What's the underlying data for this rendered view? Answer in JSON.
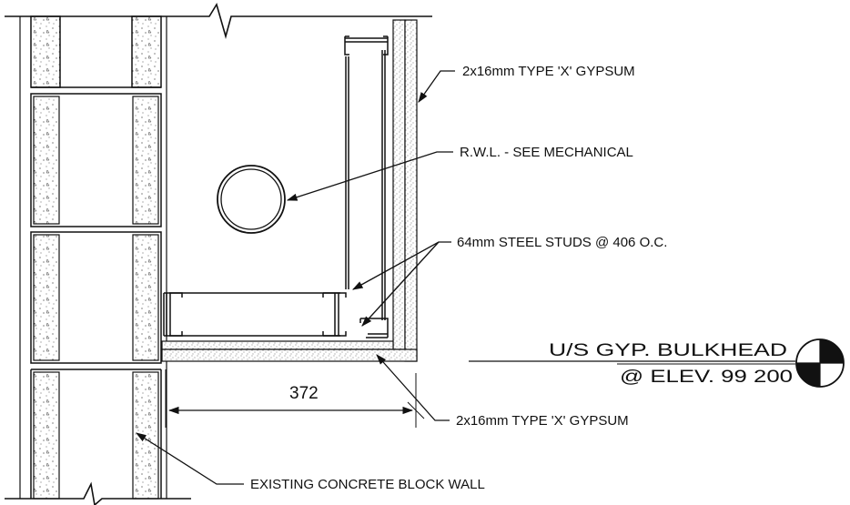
{
  "labels": {
    "gypsum_top": "2x16mm TYPE 'X' GYPSUM",
    "rwl": "R.W.L. - SEE MECHANICAL",
    "studs": "64mm STEEL STUDS @ 406 O.C.",
    "gypsum_bottom": "2x16mm TYPE 'X' GYPSUM",
    "block_wall": "EXISTING CONCRETE BLOCK WALL",
    "dimension": "372"
  },
  "elevation_tag": {
    "line1": "U/S GYP. BULKHEAD",
    "line2": "@ ELEV. 99 200"
  }
}
